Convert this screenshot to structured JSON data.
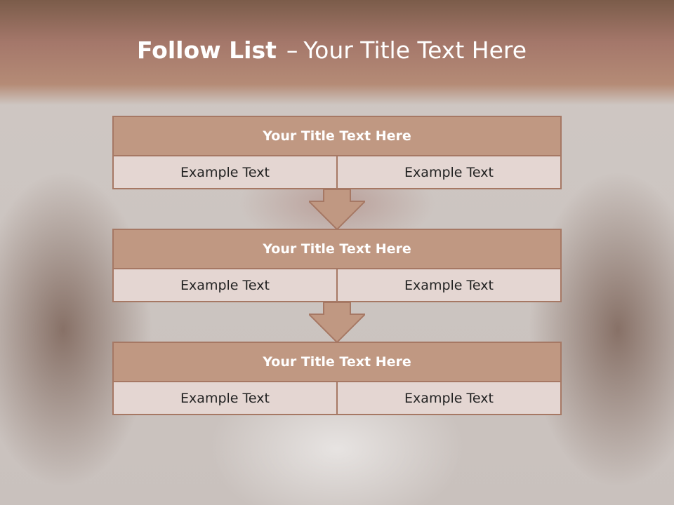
{
  "slide": {
    "title_strong": "Follow List",
    "title_dash": "–",
    "title_rest": "Your Title Text Here"
  },
  "blocks": [
    {
      "title": "Your Title Text Here",
      "left": "Example Text",
      "right": "Example Text"
    },
    {
      "title": "Your Title Text Here",
      "left": "Example Text",
      "right": "Example Text"
    },
    {
      "title": "Your Title Text Here",
      "left": "Example Text",
      "right": "Example Text"
    }
  ],
  "colors": {
    "header_fill": "#c09882",
    "cell_fill": "#e4d6d2",
    "border": "#a67864",
    "arrow_fill": "#c09882"
  }
}
